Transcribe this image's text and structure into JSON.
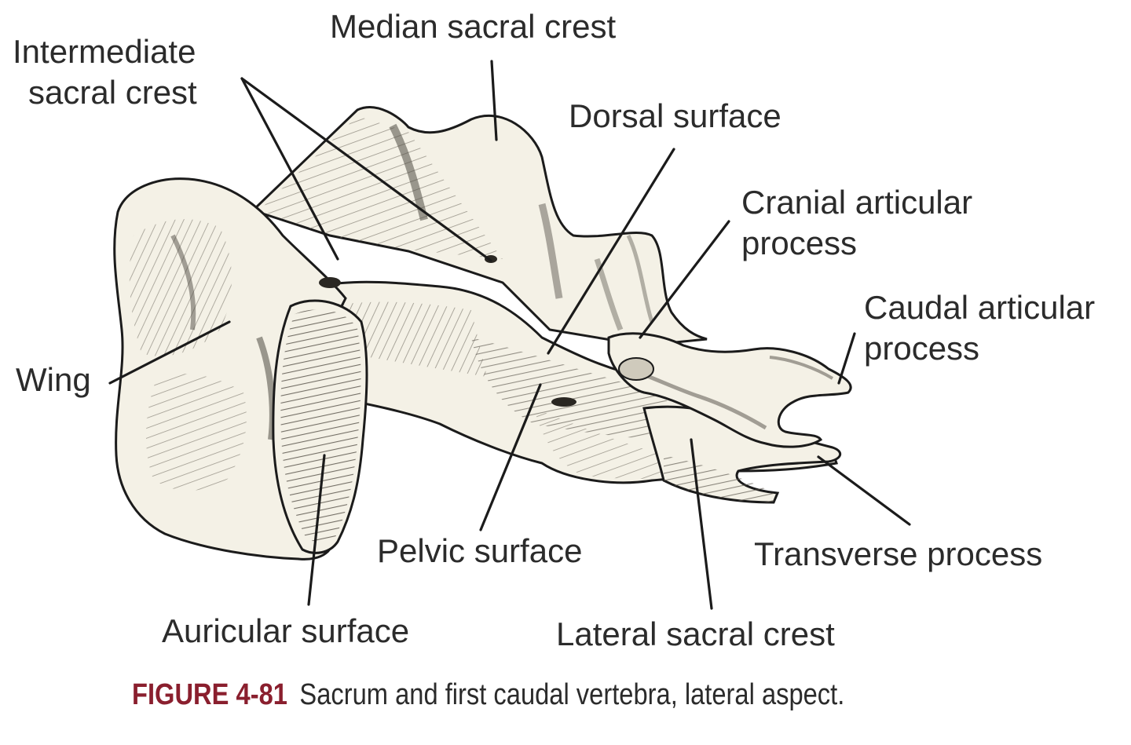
{
  "figure": {
    "number": "FIGURE 4-81",
    "caption": "Sacrum and first caudal vertebra, lateral aspect."
  },
  "labels": {
    "median_sacral_crest": "Median sacral crest",
    "intermediate_line1": "Intermediate",
    "intermediate_line2": "sacral crest",
    "dorsal_surface": "Dorsal surface",
    "cranial_line1": "Cranial articular",
    "cranial_line2": "process",
    "caudal_line1": "Caudal articular",
    "caudal_line2": "process",
    "wing": "Wing",
    "pelvic_surface": "Pelvic surface",
    "transverse_process": "Transverse process",
    "auricular_surface": "Auricular surface",
    "lateral_sacral_crest": "Lateral sacral crest"
  },
  "colors": {
    "bone_fill": "#f4f1e6",
    "bone_shade": "#6f6a60",
    "outline": "#1b1b1b",
    "label_text": "#2b2b2b",
    "figure_number": "#8a1f2e"
  }
}
